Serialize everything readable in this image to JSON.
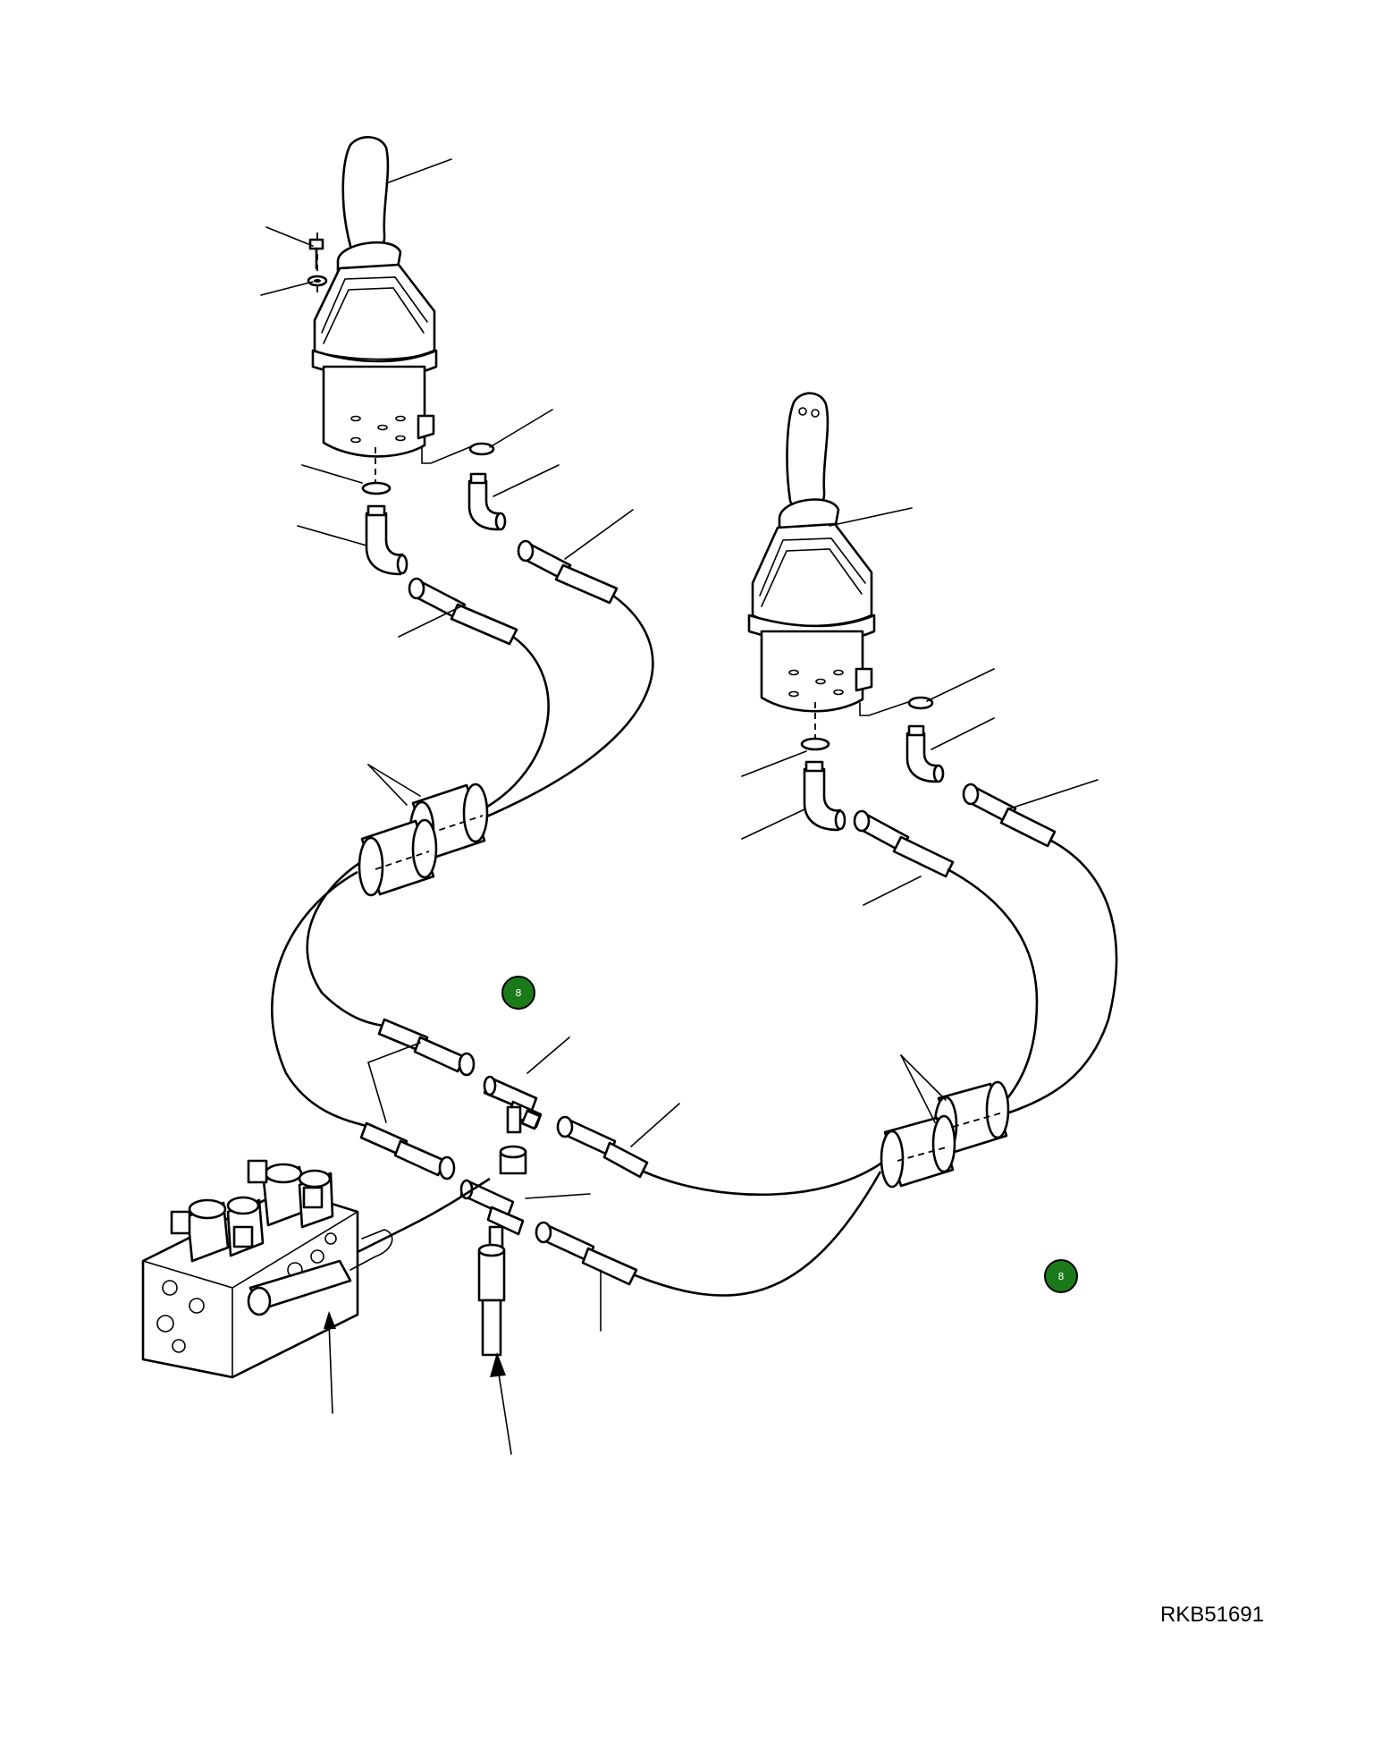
{
  "drawing_reference": "RKB51691",
  "markers": [
    {
      "label": "8",
      "color": "#1a7a1a"
    },
    {
      "label": "8",
      "color": "#1a7a1a"
    }
  ]
}
